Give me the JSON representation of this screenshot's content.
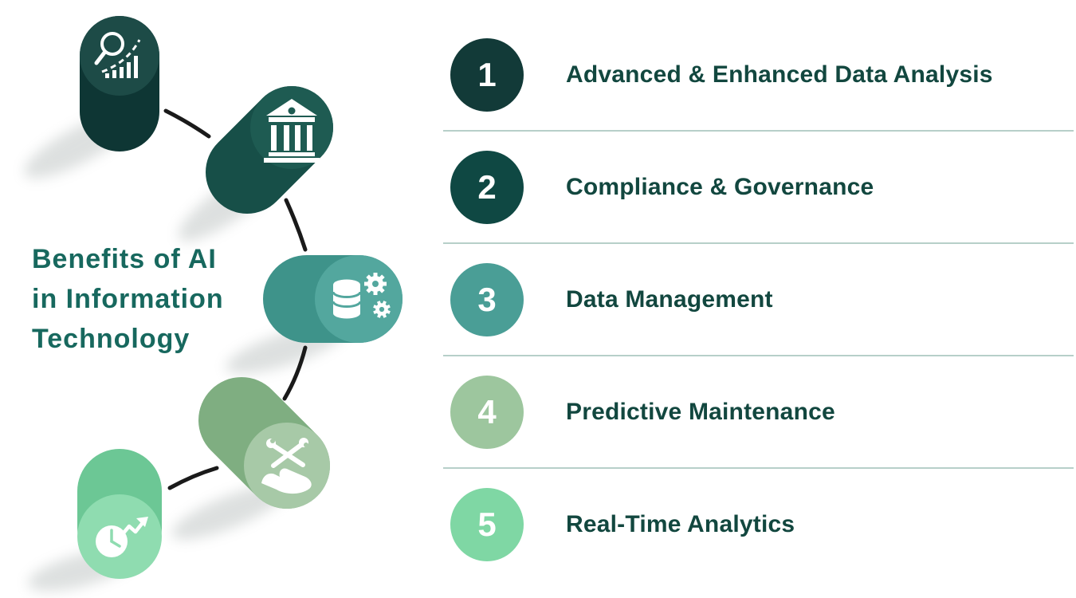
{
  "title": {
    "line1": "Benefits of AI",
    "line2": "in Information",
    "line3": "Technology"
  },
  "benefits": [
    {
      "number": "1",
      "label": "Advanced & Enhanced Data Analysis",
      "circle_color": "#123a38",
      "icon": "magnifier-chart-icon"
    },
    {
      "number": "2",
      "label": "Compliance & Governance",
      "circle_color": "#0f4843",
      "icon": "bank-icon"
    },
    {
      "number": "3",
      "label": "Data Management",
      "circle_color": "#4a9e96",
      "icon": "database-gears-icon"
    },
    {
      "number": "4",
      "label": "Predictive Maintenance",
      "circle_color": "#9dc69e",
      "icon": "hand-tools-icon"
    },
    {
      "number": "5",
      "label": "Real-Time Analytics",
      "circle_color": "#7fd7a4",
      "icon": "clock-trend-icon"
    }
  ],
  "colors": {
    "title_text": "#17685e",
    "item_text": "#12473f",
    "separator": "#b7cfc9",
    "connector": "#1a1a1a",
    "cylinder1_body": "#0e3634",
    "cylinder1_face": "#1d4b47",
    "cylinder2_body": "#174f48",
    "cylinder2_face": "#1e5b52",
    "cylinder3_body": "#3e938a",
    "cylinder3_face": "#53a79e",
    "cylinder4_body": "#7fae81",
    "cylinder4_face": "#a7c9a7",
    "cylinder5_body": "#6cc795",
    "cylinder5_face": "#8fdcb0"
  }
}
